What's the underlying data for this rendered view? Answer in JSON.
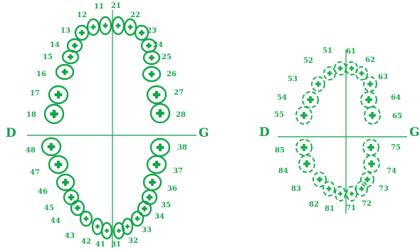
{
  "permanent": {
    "left_label": "D",
    "right_label": "G",
    "upper_left": [
      "11",
      "12",
      "13",
      "14",
      "15",
      "16",
      "17",
      "18"
    ],
    "upper_right": [
      "21",
      "22",
      "23",
      "24",
      "25",
      "26",
      "27",
      "28"
    ],
    "lower_left": [
      "41",
      "42",
      "43",
      "44",
      "45",
      "46",
      "47",
      "48"
    ],
    "lower_right": [
      "31",
      "32",
      "33",
      "34",
      "35",
      "36",
      "37",
      "38"
    ]
  },
  "primary": {
    "left_label": "D",
    "right_label": "G",
    "upper_left": [
      "51",
      "52",
      "53",
      "54",
      "55"
    ],
    "upper_right": [
      "61",
      "62",
      "63",
      "64",
      "65"
    ],
    "lower_left": [
      "81",
      "82",
      "83",
      "84",
      "85"
    ],
    "lower_right": [
      "71",
      "72",
      "73",
      "74",
      "75"
    ]
  },
  "colors": {
    "accent": "#13a548"
  }
}
